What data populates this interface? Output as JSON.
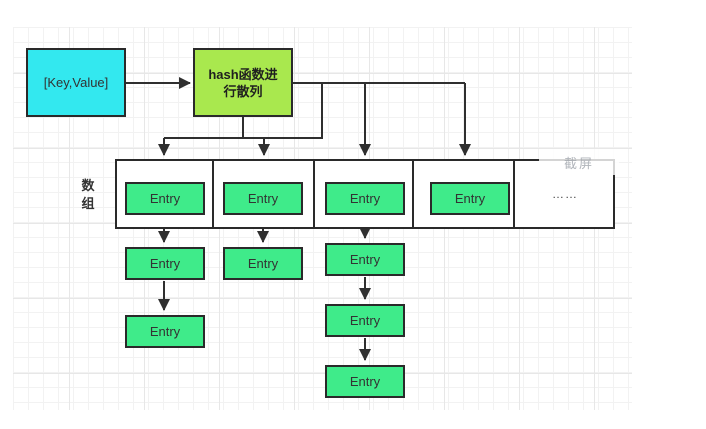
{
  "diagram": {
    "key_value_node": {
      "label": "[Key,Value]",
      "fill": "#33E8EF"
    },
    "hash_node": {
      "label_line1": "hash函数进",
      "label_line2": "行散列",
      "fill": "#A9E84E"
    },
    "array_label": {
      "char1": "数",
      "char2": "组"
    },
    "entry_fill": "#3FEB8A",
    "stroke_color": "#2F2F2F",
    "buckets": [
      {
        "entry": "Entry",
        "chain": [
          "Entry",
          "Entry"
        ]
      },
      {
        "entry": "Entry",
        "chain": [
          "Entry"
        ]
      },
      {
        "entry": "Entry",
        "chain": [
          "Entry",
          "Entry",
          "Entry"
        ]
      },
      {
        "entry": "Entry",
        "chain": []
      },
      {
        "placeholder": "……"
      }
    ],
    "watermark": "截屏"
  }
}
